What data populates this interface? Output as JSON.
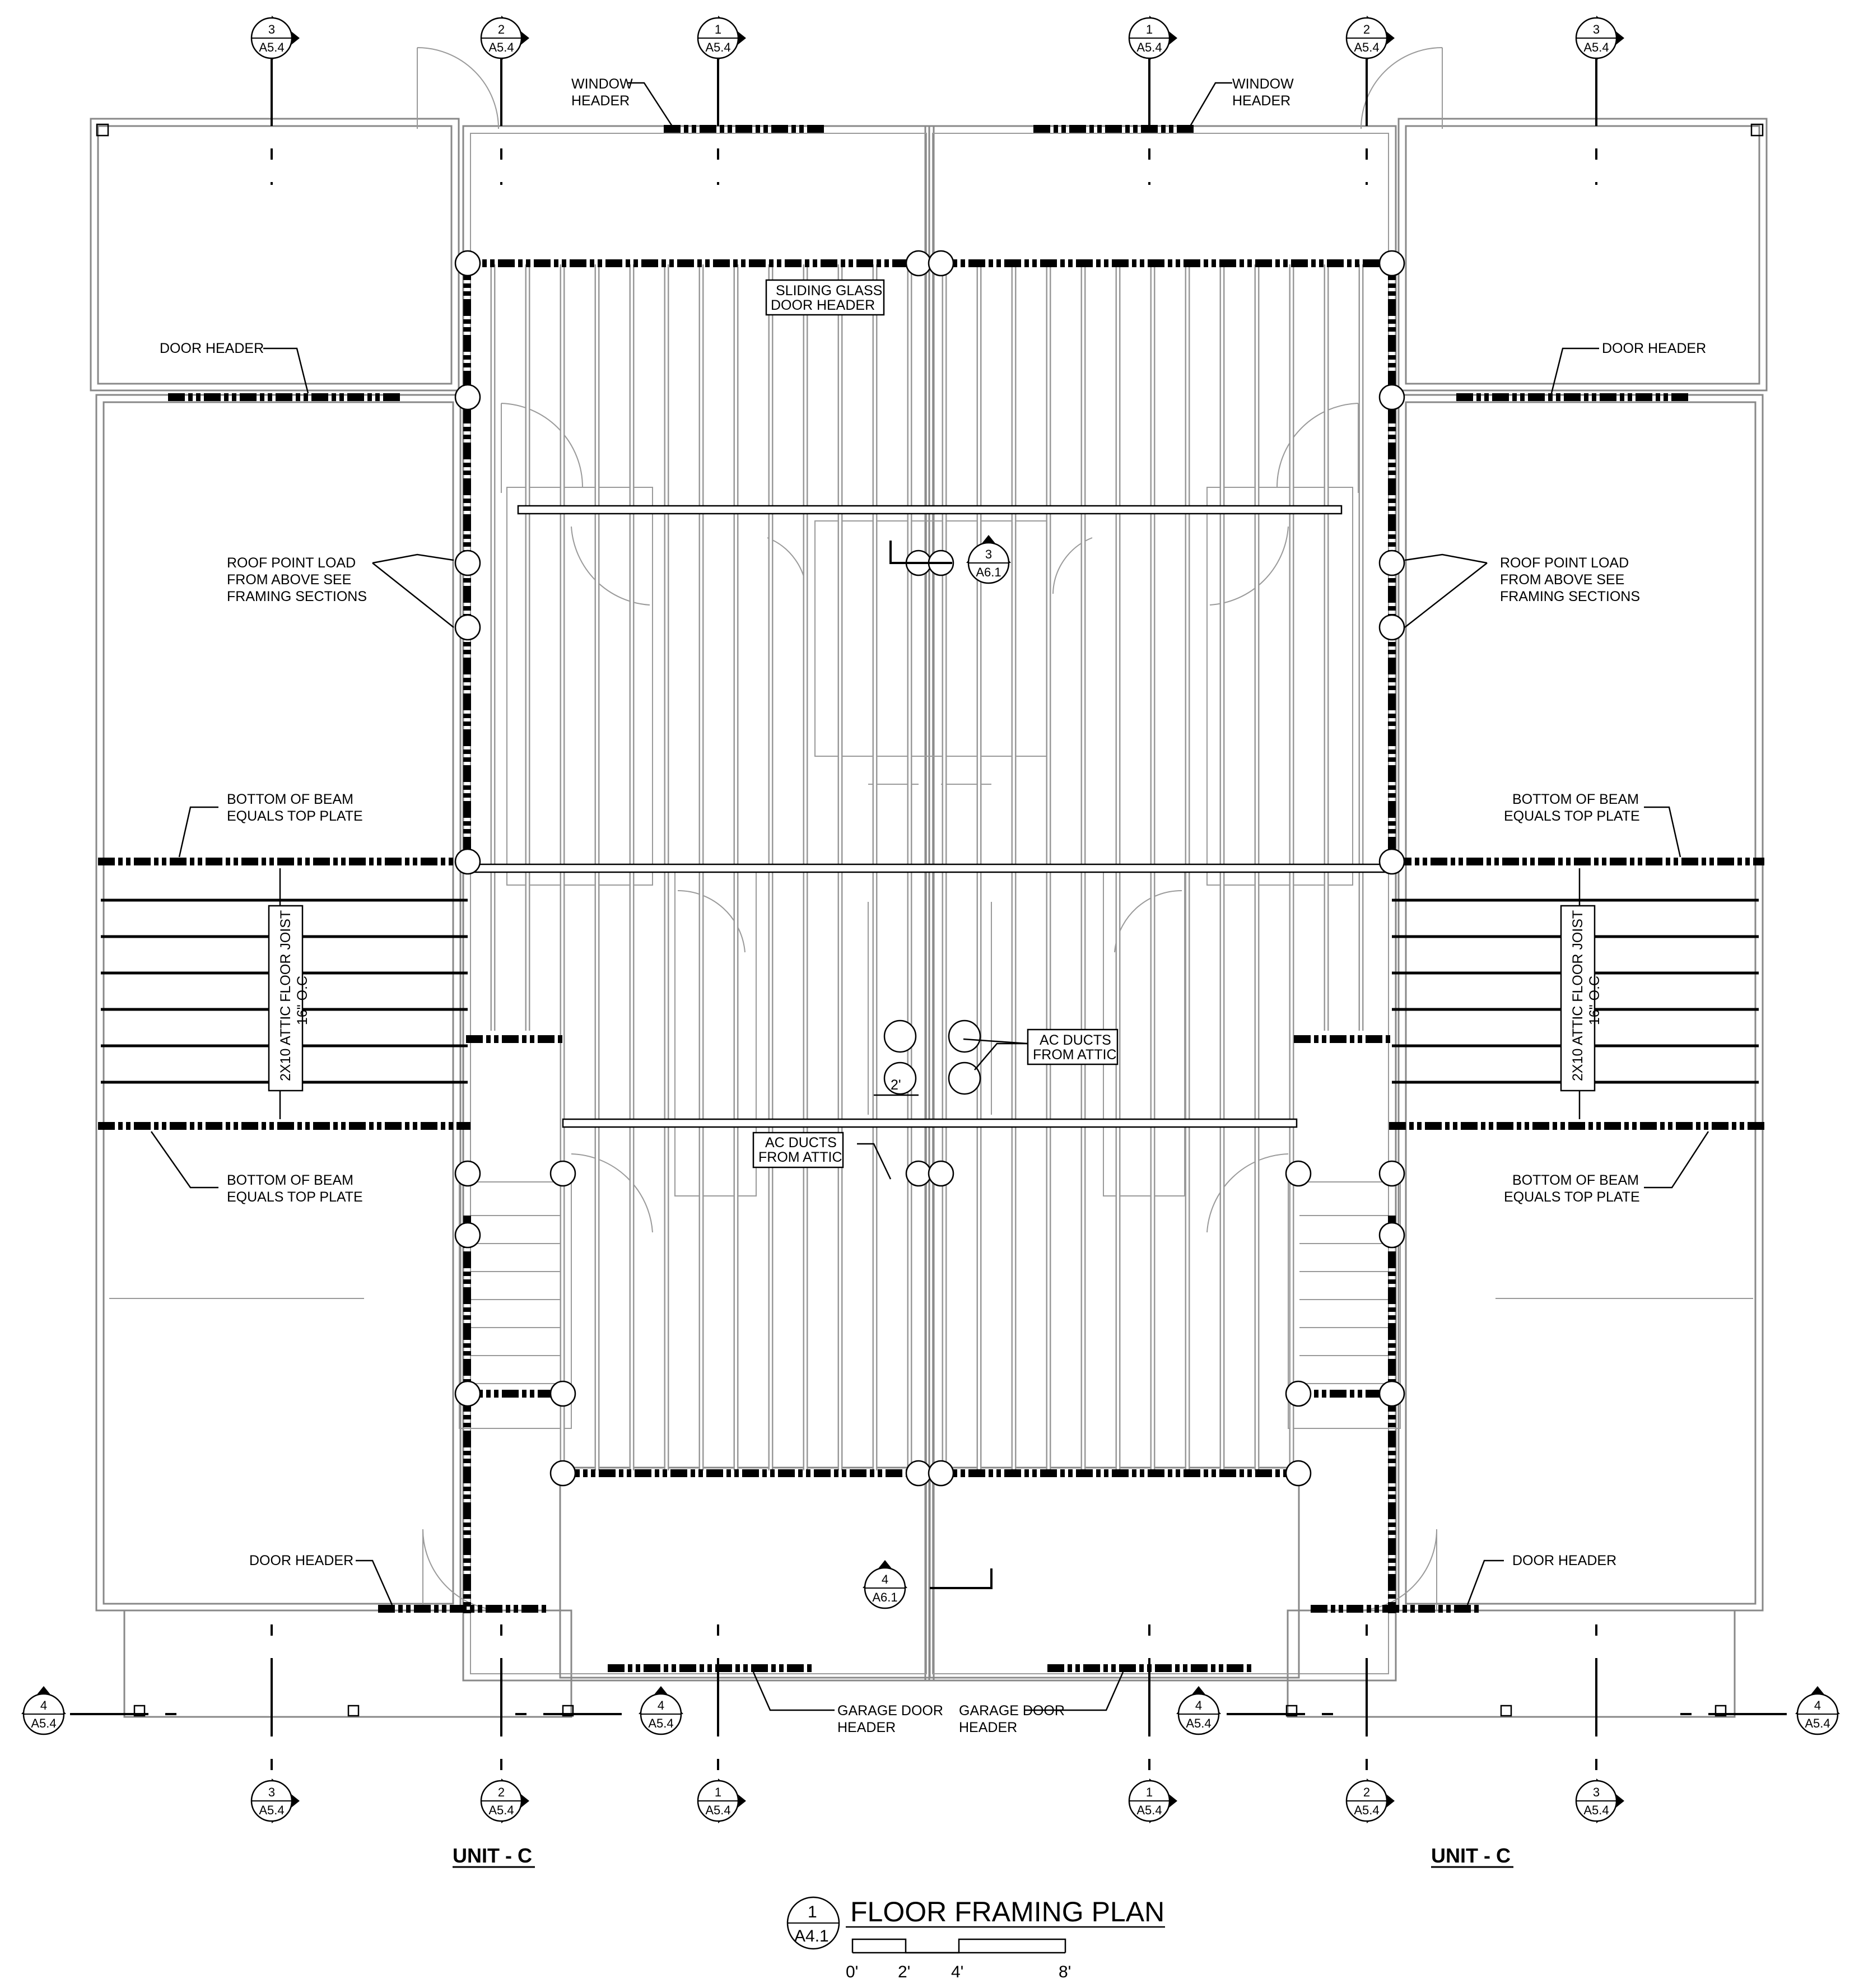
{
  "drawing": {
    "title": "FLOOR FRAMING PLAN",
    "drawing_tag": {
      "num": "1",
      "sheet": "A4.1"
    },
    "scale_bar": [
      "0'",
      "2'",
      "4'",
      "8'"
    ],
    "unit_labels": [
      "UNIT - C",
      "UNIT - C"
    ]
  },
  "section_tags_top": [
    {
      "num": "3",
      "sheet": "A5.4"
    },
    {
      "num": "2",
      "sheet": "A5.4"
    },
    {
      "num": "1",
      "sheet": "A5.4"
    },
    {
      "num": "1",
      "sheet": "A5.4"
    },
    {
      "num": "2",
      "sheet": "A5.4"
    },
    {
      "num": "3",
      "sheet": "A5.4"
    }
  ],
  "section_tags_bottom": [
    {
      "num": "3",
      "sheet": "A5.4"
    },
    {
      "num": "2",
      "sheet": "A5.4"
    },
    {
      "num": "1",
      "sheet": "A5.4"
    },
    {
      "num": "1",
      "sheet": "A5.4"
    },
    {
      "num": "2",
      "sheet": "A5.4"
    },
    {
      "num": "3",
      "sheet": "A5.4"
    }
  ],
  "section_tags_side": [
    {
      "num": "4",
      "sheet": "A5.4"
    },
    {
      "num": "4",
      "sheet": "A5.4"
    },
    {
      "num": "4",
      "sheet": "A5.4"
    },
    {
      "num": "4",
      "sheet": "A5.4"
    }
  ],
  "detail_tags": [
    {
      "num": "3",
      "sheet": "A6.1"
    },
    {
      "num": "4",
      "sheet": "A6.1"
    }
  ],
  "notes": {
    "window_header": [
      "WINDOW",
      "HEADER"
    ],
    "sliding_glass": [
      "SLIDING GLASS",
      "DOOR HEADER"
    ],
    "door_header": "DOOR HEADER",
    "roof_point_load": [
      "ROOF POINT LOAD",
      "FROM ABOVE SEE",
      "FRAMING SECTIONS"
    ],
    "bottom_of_beam": [
      "BOTTOM OF BEAM",
      "EQUALS TOP PLATE"
    ],
    "attic_joist": [
      "2X10 ATTIC FLOOR JOIST",
      "16\" O.C."
    ],
    "ac_ducts": [
      "AC DUCTS",
      "FROM ATTIC"
    ],
    "dim_2": "2'",
    "garage_door_header": [
      "GARAGE DOOR",
      "HEADER"
    ]
  }
}
